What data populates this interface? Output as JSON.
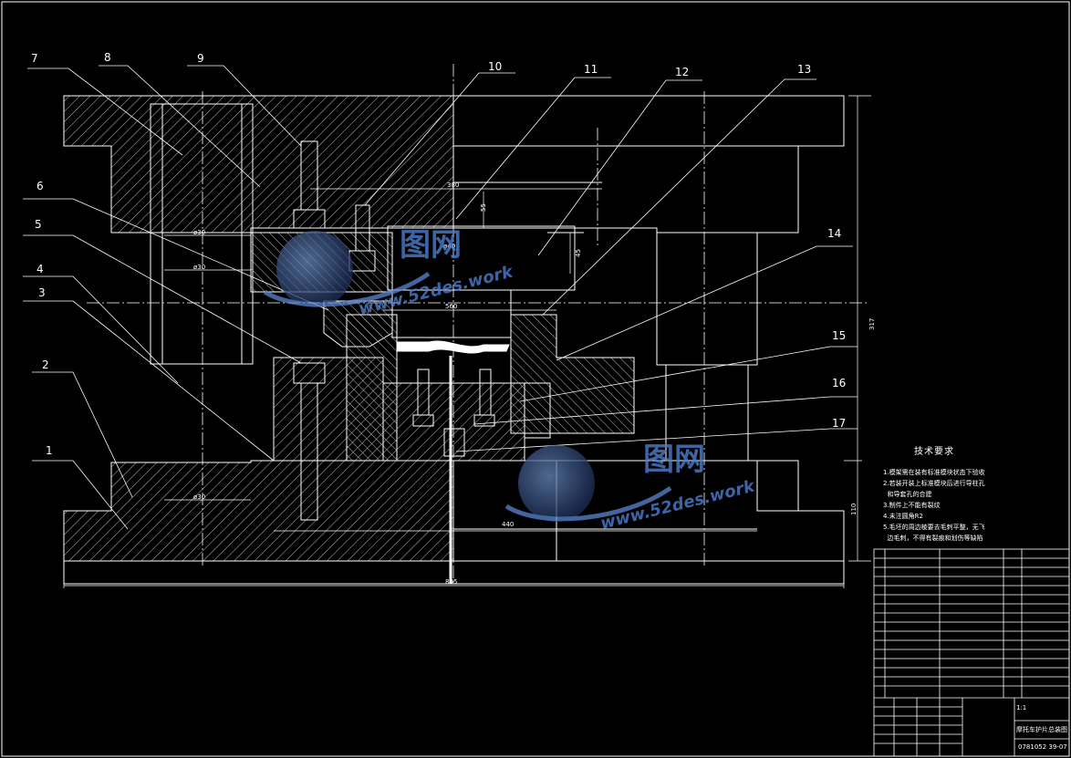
{
  "part_labels": [
    "1",
    "2",
    "3",
    "4",
    "5",
    "6",
    "7",
    "8",
    "9",
    "10",
    "11",
    "12",
    "13",
    "14",
    "15",
    "16",
    "17"
  ],
  "dimensions": {
    "d1": "380",
    "d2": "55",
    "d3": "45",
    "d4": "560",
    "d5": "440",
    "d6": "110",
    "d7": "317",
    "d8": "ø30",
    "d9": "ø30",
    "d10": "ø30",
    "d11": "ø40",
    "d12": "805"
  },
  "tech_requirements": {
    "title": "技术要求",
    "items": [
      "1.模架需在装有标准模块状态下验收",
      "2.若装开装上标准模块后进行导柱孔",
      "  和导套孔的合建",
      "3.制件上不能有裂纹",
      "4.未注圆角R2",
      "5.毛坯的周边棱要去毛刺平整，无飞",
      "  边毛刺，不得有裂痕和划伤等缺陷"
    ]
  },
  "title_block": {
    "drawing_name": "摩托车护片总装图",
    "drawing_number": "0781052 39-07",
    "scale": "1:1"
  },
  "watermark": {
    "brand": "图网",
    "url": "www.52des.work"
  }
}
